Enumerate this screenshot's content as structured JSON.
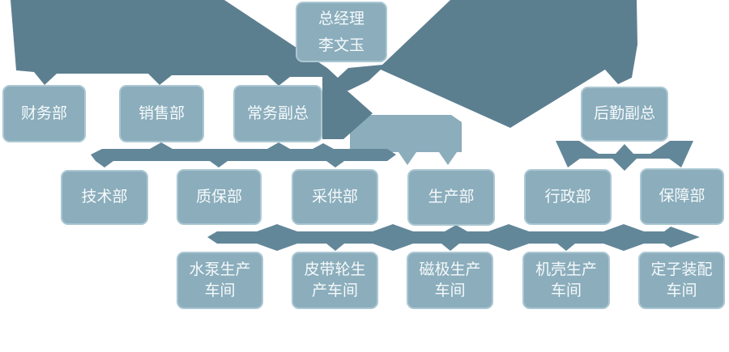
{
  "palette": {
    "connector_dark": "#5c7f90",
    "connector_band": "#628799",
    "connector_light": "#8badbc",
    "node_fill": "#8badbc",
    "node_border": "#abc7d2",
    "node_text": "#f5fafb",
    "background": "#ffffff"
  },
  "nodes": {
    "general_manager": {
      "lines": [
        "总经理",
        "李文玉"
      ]
    },
    "row2": [
      {
        "label": "财务部"
      },
      {
        "label": "销售部"
      },
      {
        "label": "常务副总"
      },
      {
        "label": "后勤副总"
      }
    ],
    "row3": [
      {
        "label": "技术部"
      },
      {
        "label": "质保部"
      },
      {
        "label": "采供部"
      },
      {
        "label": "生产部"
      },
      {
        "label": "行政部"
      },
      {
        "label": "保障部"
      }
    ],
    "row4": [
      {
        "lines": [
          "水泵生产",
          "车间"
        ]
      },
      {
        "lines": [
          "皮带轮生",
          "产车间"
        ]
      },
      {
        "lines": [
          "磁极生产",
          "车间"
        ]
      },
      {
        "lines": [
          "机壳生产",
          "车间"
        ]
      },
      {
        "lines": [
          "定子装配",
          "车间"
        ]
      }
    ]
  }
}
